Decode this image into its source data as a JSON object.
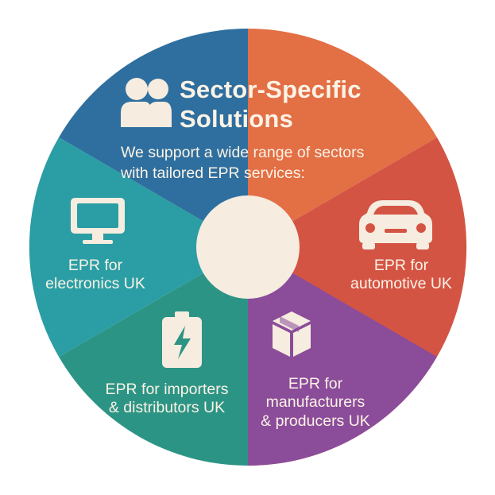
{
  "header": {
    "title_line1": "Sector-Specific",
    "title_line2": "Solutions",
    "subtitle_line1": "We support a wide range of sectors",
    "subtitle_line2": "with tailored EPR services:"
  },
  "sectors": [
    {
      "line1": "EPR for",
      "line2": "electronics UK",
      "icon": "monitor-icon"
    },
    {
      "line1": "EPR for",
      "line2": "automotive UK",
      "icon": "car-icon"
    },
    {
      "line1": "EPR for importers",
      "line2": "& distributors UK",
      "icon": "battery-icon"
    },
    {
      "line1": "EPR for",
      "line2": "manufacturers",
      "line3": "& producers UK",
      "icon": "box-icon"
    }
  ],
  "colors": {
    "blue": "#2f6f9f",
    "orange": "#e36f45",
    "red": "#d45444",
    "purple": "#8b4c9a",
    "green": "#2c9485",
    "teal": "#2a9ea4",
    "cream": "#f6ecdf",
    "text": "#fbf3e6"
  }
}
